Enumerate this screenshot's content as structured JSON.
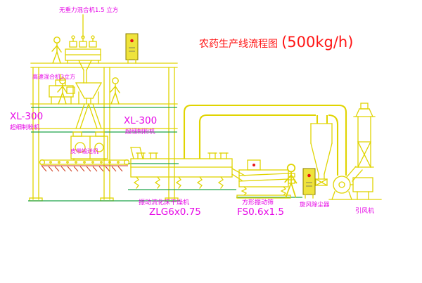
{
  "drawing": {
    "title": {
      "text": "农药生产线流程图",
      "rate": "(500kg/h)"
    },
    "labels": {
      "top_mixer": "无重力混合机1.5 立方",
      "high_speed_mixer": "高速混合机3立方",
      "mill_left_model": "XL-300",
      "mill_left_name": "超细制粉机",
      "mill_right_model": "XL-300",
      "mill_right_name": "超细制粉机",
      "belt_conveyor": "皮带输送机",
      "dryer_name": "振动流化床干燥机",
      "dryer_model": "ZLG6x0.75",
      "screen_name": "方形振动筛",
      "screen_model": "FS0.6x1.5",
      "cyclone_name": "旋风除尘器",
      "fan_name": "引风机"
    },
    "colors": {
      "line_yellow": "#e0d400",
      "line_green": "#1fa34a",
      "hatch_red": "#cf3a1e",
      "label_magenta": "#e607e6",
      "title_red": "#ff1515",
      "panel_yellow": "#efe33c"
    }
  }
}
